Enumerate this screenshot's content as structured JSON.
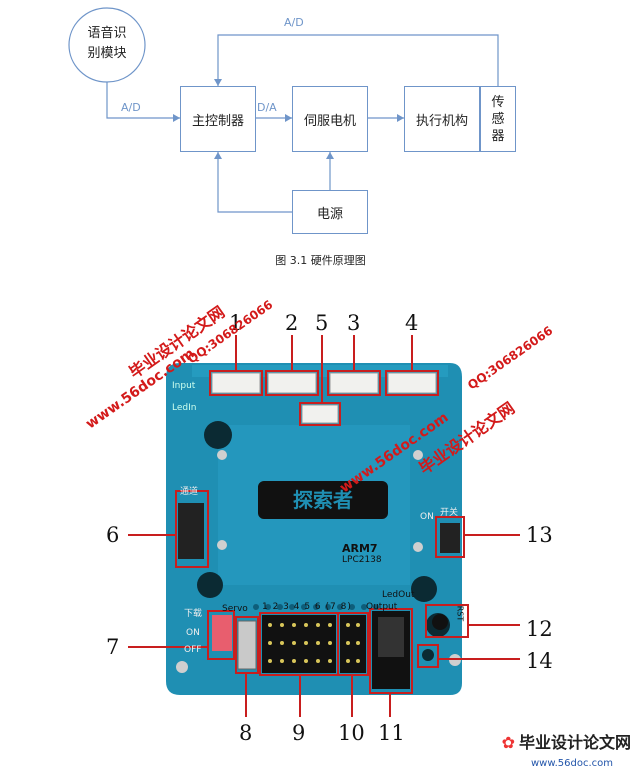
{
  "diagram": {
    "nodes": {
      "voice": "语音识别模块",
      "main": "主控制器",
      "servo": "伺服电机",
      "actuator": "执行机构",
      "sensor": "传感器",
      "power": "电源"
    },
    "labels": {
      "ad_top": "A/D",
      "ad_left": "A/D",
      "da": "D/A"
    },
    "caption": "图 3.1  硬件原理图"
  },
  "board": {
    "labels": {
      "input": "Input",
      "ledin": "LedIn",
      "channel": "通道",
      "switch": "开关",
      "on_right": "ON",
      "download": "下载",
      "on_left": "ON",
      "off_left": "OFF",
      "servo": "Servo",
      "servo_nums": "1 2 3 4 5 6 (7 8)",
      "output": "Output",
      "ledout": "LedOut",
      "logo": "探索者",
      "arm": "ARM7",
      "chip": "LPC2138",
      "rst": "RST"
    },
    "callouts": [
      "1",
      "2",
      "3",
      "4",
      "5",
      "6",
      "7",
      "8",
      "9",
      "10",
      "11",
      "12",
      "13",
      "14"
    ]
  },
  "watermarks": {
    "site": "毕业设计论文网",
    "url": "www.56doc.com",
    "qq": "QQ:306826066"
  },
  "brand": {
    "name": "毕业设计论文网",
    "url": "www.56doc.com"
  },
  "colors": {
    "line": "#6f95c9",
    "board": "#1f8fb3",
    "callout": "#c81e1e"
  }
}
